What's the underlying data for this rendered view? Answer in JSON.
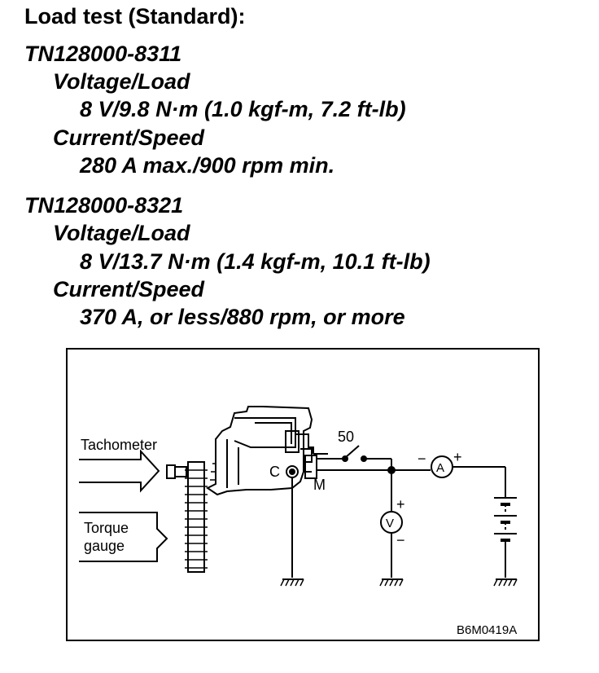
{
  "spec": {
    "heading": "Load test (Standard):",
    "models": [
      {
        "model": "TN128000-8311",
        "voltage_load_label": "Voltage/Load",
        "voltage_load_value": "8 V/9.8 N·m (1.0 kgf-m, 7.2 ft-lb)",
        "current_speed_label": "Current/Speed",
        "current_speed_value": "280 A max./900 rpm min."
      },
      {
        "model": "TN128000-8321",
        "voltage_load_label": "Voltage/Load",
        "voltage_load_value": "8 V/13.7 N·m (1.4 kgf-m, 10.1 ft-lb)",
        "current_speed_label": "Current/Speed",
        "current_speed_value": "370 A, or less/880 rpm, or more"
      }
    ]
  },
  "diagram": {
    "tachometer_label": "Tachometer",
    "torque_label_line1": "Torque",
    "torque_label_line2": "gauge",
    "terminal_50": "50",
    "terminal_c": "C",
    "terminal_m": "M",
    "ammeter_symbol": "A",
    "voltmeter_symbol": "V",
    "plus": "+",
    "minus": "−",
    "figure_code": "B6M0419A"
  }
}
